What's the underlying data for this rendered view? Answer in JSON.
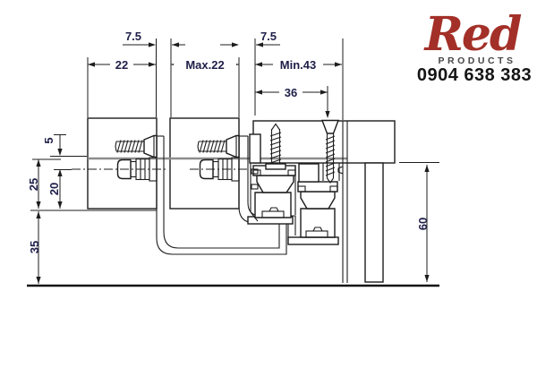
{
  "logo": {
    "brand": "Red",
    "tagline": "PRODUCTS",
    "phone": "0904 638 383"
  },
  "dims": {
    "gap_left": "7.5",
    "front_door_thickness": "22",
    "back_door_thickness": "Max.22",
    "gap_right": "7.5",
    "top_panel_depth": "Min.43",
    "screw_setback": "36",
    "edge_top": "5",
    "edge_mid": "25",
    "edge_inner": "20",
    "edge_bottom": "35",
    "profile_height": "60"
  },
  "colors": {
    "drawing_line": "#1d1d1d",
    "dimension_text": "#20204a",
    "reference_gray": "#8d8d8d",
    "logo_red": "#a33028",
    "logo_gray": "#454545",
    "phone_black": "#151515",
    "background": "#ffffff"
  }
}
